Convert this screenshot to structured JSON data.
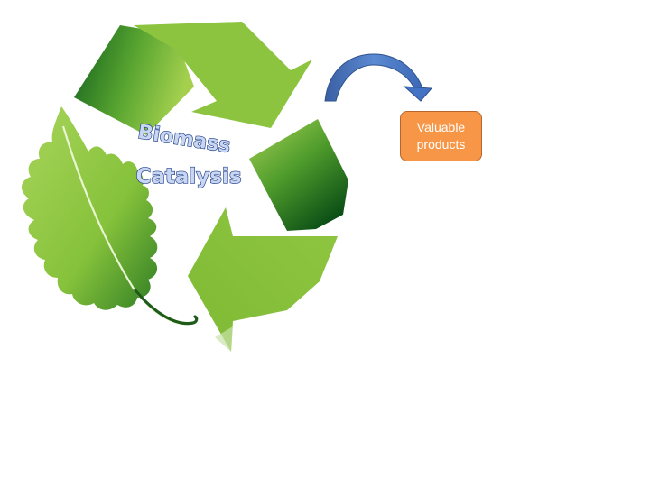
{
  "diagram": {
    "cycle_label_line1": "Biomass",
    "cycle_label_line2": "Catalysis",
    "output_box": {
      "line1": "Valuable",
      "line2": "products",
      "fill_color": "#f79646",
      "border_color": "#b6662c"
    },
    "colors": {
      "arrow_light_green": "#8cc43f",
      "arrow_dark_green": "#0e5a1a",
      "leaf_green": "#8dc63f",
      "curved_arrow_blue": "#4472c4"
    },
    "icons": {
      "cycle": "recycle-arrows-icon",
      "leaf": "leaf-icon",
      "curved_arrow": "curved-arrow-icon"
    }
  }
}
